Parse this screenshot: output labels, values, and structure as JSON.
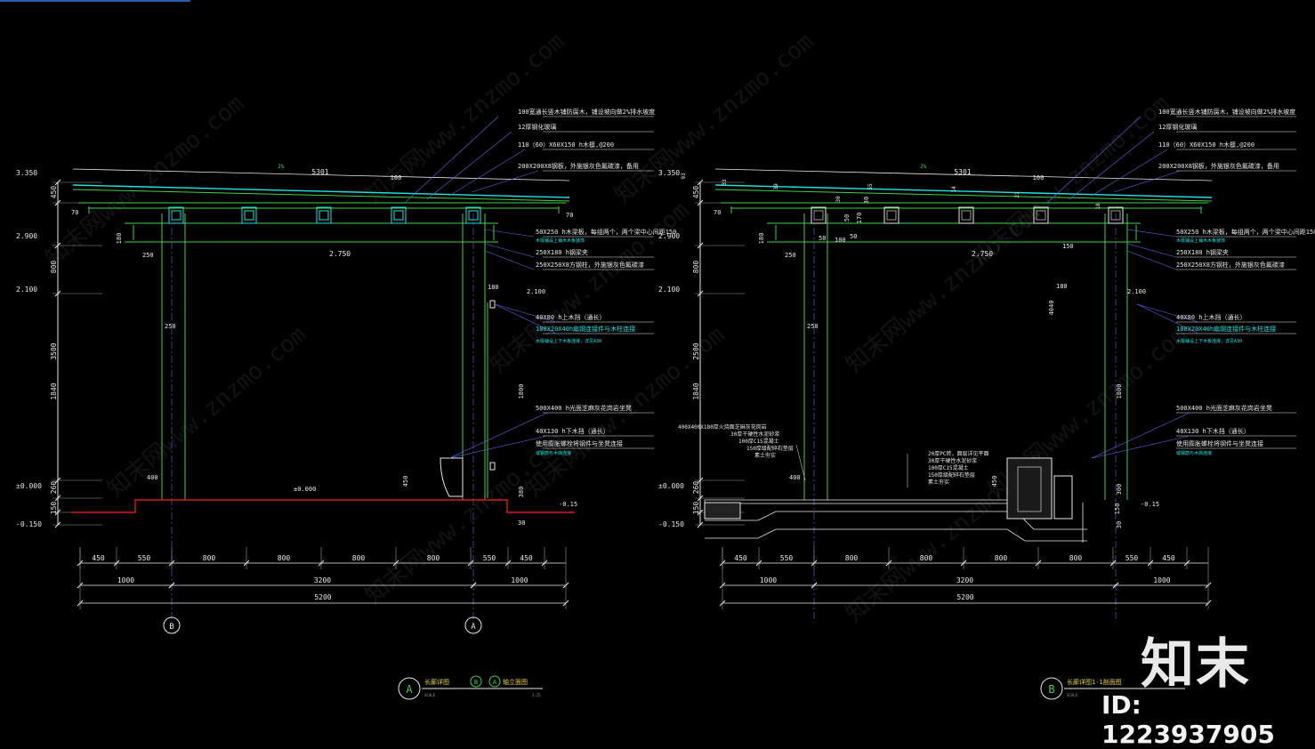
{
  "colors": {
    "bg": "#000000",
    "white": "#e8e8e8",
    "green": "#3fd24a",
    "cyan": "#1de5e5",
    "blue": "#5b6bf0",
    "red": "#e01818",
    "yellow": "#e8d23a",
    "dim": "#9a9a9a"
  },
  "watermark": {
    "text": "知末网www.znzmo.com",
    "brand": "知末",
    "id": "ID: 1223937905"
  },
  "left": {
    "slope": "2%",
    "span_top": "5301",
    "d100": "100",
    "levels": [
      "3.350",
      "2.900",
      "2.100",
      "±0.000",
      "-0.150"
    ],
    "vdims": [
      "450",
      "800",
      "3500",
      "1840",
      "260",
      "150"
    ],
    "left_small": [
      "70",
      "180",
      "250",
      "250",
      "400"
    ],
    "right_small": [
      "70",
      "180",
      "2.100",
      "1800",
      "380",
      "450",
      "30"
    ],
    "inner": [
      "2.750",
      "250",
      "±0.000",
      "-0.15"
    ],
    "notes": [
      "100宽通长竖木铺防腐木，铺设坡向做2%排水坡度",
      "12厚钢化玻璃",
      "110（60）X60X150 h木檩,@200",
      "200X200X8钢板，外施银灰色氟碳漆，备用",
      "50X250 h木梁板，每组两个，两个梁中心间距150",
      "木檩铺设上铺木木板装饰",
      "250X180 h钢梁夹",
      "250X250X8方钢柱，外施银灰色氟碳漆",
      "40X80 h上木挡（通长）",
      "180X20X40h扁钢连接件与木柱连接",
      "木檩铺设上下木板连接，详见A30",
      "500X400 h光面芝麻灰花岗岩坐凳",
      "40X130 h下木挡（通长）",
      "使用膨胀螺栓将钢件与坐凳连接",
      "或钢筋与木挡连接"
    ],
    "bottom_dims": [
      "450",
      "550",
      "800",
      "800",
      "800",
      "800",
      "550",
      "450"
    ],
    "mid_dims": [
      "1000",
      "3200",
      "1000"
    ],
    "total": "5200",
    "axes": [
      "B",
      "A"
    ],
    "title_mark": "A",
    "title": "长廊详图",
    "title_axes": [
      "B",
      "A"
    ],
    "title_tail": "轴立面图",
    "scale_label": "SCALE",
    "scale_value": "1:25"
  },
  "right": {
    "slope": "2%",
    "span_top": "5301",
    "d100": "100",
    "top_small": [
      "93",
      "33",
      "39",
      "30",
      "55",
      "14",
      "21",
      "18"
    ],
    "levels": [
      "3.350",
      "2.900",
      "2.100",
      "±0.000",
      "-0.150"
    ],
    "vdims": [
      "450",
      "800",
      "2500",
      "1840",
      "260",
      "150"
    ],
    "left_small": [
      "70",
      "180",
      "250",
      "250",
      "400"
    ],
    "inner": [
      "2.750",
      "50",
      "100",
      "50",
      "50",
      "170",
      "30",
      "150",
      "180",
      "4040",
      "2.100",
      "1800",
      "450",
      "300",
      "150",
      "30",
      "-0.15"
    ],
    "notes": [
      "100宽通长竖木铺防腐木，铺设坡向做2%排水坡度",
      "12厚钢化玻璃",
      "110（60）X60X150 h木檩,@200",
      "200X200X8钢板，外施银灰色氟碳漆，备用",
      "50X250 h木梁板，每组两个，两个梁中心间距150",
      "木檩铺设上铺木木板装饰",
      "250X180 h钢梁夹",
      "250X250X8方钢柱，外施银灰色氟碳漆",
      "40X80 h上木挡（通长）",
      "180X20X40h扁钢连接件与木柱连接",
      "木檩铺设上下木板连接，详见A30",
      "500X400 h光面芝麻灰花岗岩坐凳",
      "40X130 h下木挡（通长）",
      "使用膨胀螺栓将钢件与坐凳连接",
      "或钢筋与木挡连接"
    ],
    "floor_left": [
      "400X400X180厚火烧面芝麻灰花岗岩",
      "30厚干硬性水泥砂浆",
      "100厚C15混凝土",
      "150厚级配碎石垫层",
      "素土夯实"
    ],
    "floor_mid": [
      "20厚PC砖，面层详见平面",
      "30厚干硬性水泥砂浆",
      "100厚C15混凝土",
      "150厚级配碎石垫层",
      "素土夯实"
    ],
    "bottom_dims": [
      "450",
      "550",
      "800",
      "800",
      "800",
      "800",
      "550",
      "450"
    ],
    "mid_dims": [
      "1000",
      "3200",
      "1000"
    ],
    "total": "5200",
    "title_mark": "B",
    "title": "长廊详图1-1剖面图",
    "scale_label": "SCALE"
  }
}
